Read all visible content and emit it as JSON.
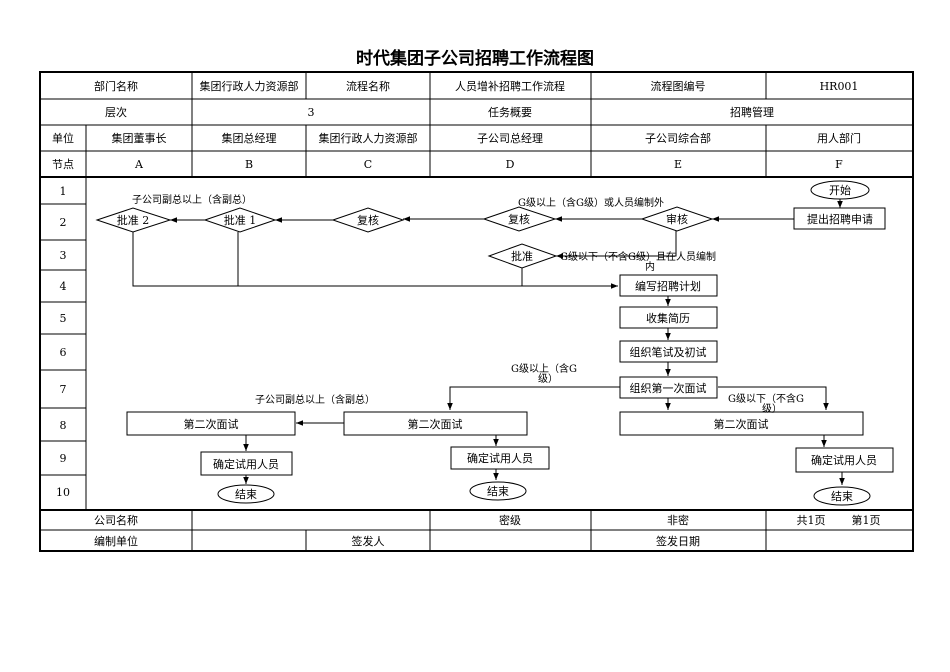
{
  "title": "时代集团子公司招聘工作流程图",
  "header": {
    "dept_label": "部门名称",
    "dept_value": "集团行政人力资源部",
    "flow_name_label": "流程名称",
    "flow_name_value": "人员增补招聘工作流程",
    "flow_code_label": "流程图编号",
    "flow_code_value": "HR001",
    "level_label": "层次",
    "level_value": "3",
    "task_label": "任务概要",
    "task_value": "招聘管理"
  },
  "lanes": {
    "unit_label": "单位",
    "node_label": "节点",
    "units": [
      "集团董事长",
      "集团总经理",
      "集团行政人力资源部",
      "子公司总经理",
      "子公司综合部",
      "用人部门"
    ],
    "codes": [
      "A",
      "B",
      "C",
      "D",
      "E",
      "F"
    ]
  },
  "rows": [
    "1",
    "2",
    "3",
    "4",
    "5",
    "6",
    "7",
    "8",
    "9",
    "10"
  ],
  "nodes": {
    "start": "开始",
    "submit": "提出招聘申请",
    "review_e": "审核",
    "recheck_d": "复核",
    "recheck_c": "复核",
    "approve1": "批准 1",
    "approve2": "批准 2",
    "approve_d": "批准",
    "plan": "编写招聘计划",
    "collect": "收集简历",
    "written": "组织笔试及初试",
    "first_interview": "组织第一次面试",
    "second_a": "第二次面试",
    "second_c": "第二次面试",
    "second_e": "第二次面试",
    "confirm_b": "确定试用人员",
    "confirm_d": "确定试用人员",
    "confirm_f": "确定试用人员",
    "end_b": "结束",
    "end_d": "结束",
    "end_f": "结束"
  },
  "annotations": {
    "vp_above_top": "子公司副总以上（含副总）",
    "g_above_top": "G级以上（含G级）或人员编制外",
    "g_below_top_1": "G级以下（不含G级）且在人员编制",
    "g_below_top_2": "内",
    "g_above_mid_1": "G级以上（含G",
    "g_above_mid_2": "级）",
    "vp_above_mid": "子公司副总以上（含副总）",
    "g_below_mid_1": "G级以下（不含G",
    "g_below_mid_2": "级）"
  },
  "footer": {
    "company_label": "公司名称",
    "company_value": "",
    "secret_label": "密级",
    "secret_value": "非密",
    "pages": "共1页",
    "page_no": "第1页",
    "prep_label": "编制单位",
    "prep_value": "",
    "issuer_label": "签发人",
    "issuer_value": "",
    "issue_date_label": "签发日期",
    "issue_date_value": ""
  }
}
